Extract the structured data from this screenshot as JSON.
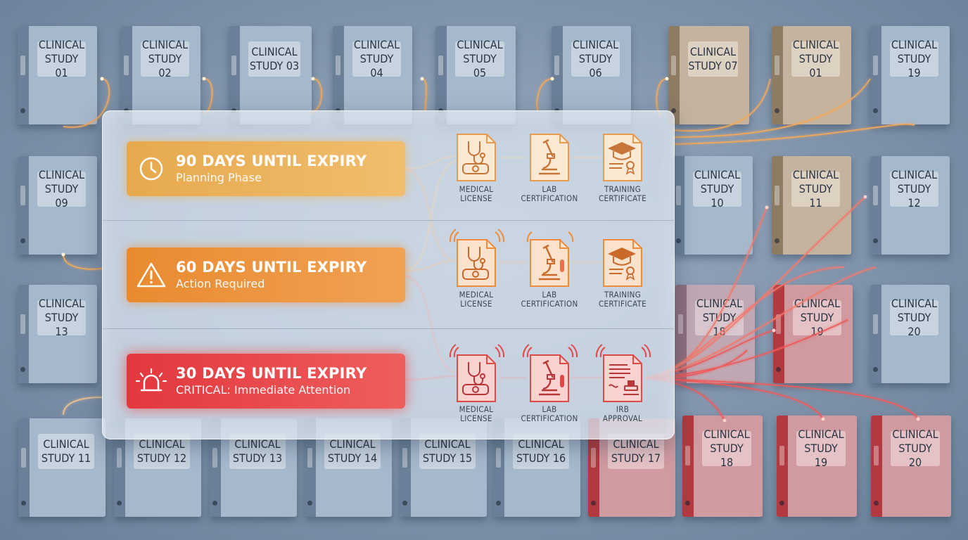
{
  "binders": {
    "row1": [
      "CLINICAL STUDY 01",
      "CLINICAL STUDY 02",
      "CLINICAL STUDY 03",
      "CLINICAL STUDY 04",
      "CLINICAL STUDY 05",
      "CLINICAL STUDY 06",
      "CLINICAL STUDY 07",
      "CLINICAL STUDY 01",
      "CLINICAL STUDY 19"
    ],
    "row2_left": [
      "CLINICAL STUDY 09"
    ],
    "row2_right": [
      "CLINICAL STUDY 10",
      "CLINICAL STUDY 11",
      "CLINICAL STUDY 12"
    ],
    "row3_left": [
      "CLINICAL STUDY 13"
    ],
    "row3_right": [
      "CLINICAL STUDY 18",
      "CLINICAL STUDY 19",
      "CLINICAL STUDY 20"
    ],
    "row4": [
      "CLINICAL STUDY 11",
      "CLINICAL STUDY 12",
      "CLINICAL STUDY 13",
      "CLINICAL STUDY 14",
      "CLINICAL STUDY 15",
      "CLINICAL STUDY 16",
      "CLINICAL STUDY 17",
      "CLINICAL STUDY 18",
      "CLINICAL STUDY 19",
      "CLINICAL STUDY 20"
    ]
  },
  "tiers": [
    {
      "title": "90 DAYS UNTIL EXPIRY",
      "subtitle": "Planning Phase",
      "icon": "clock-icon",
      "docs": [
        {
          "label1": "MEDICAL",
          "label2": "LICENSE",
          "icon": "medical-license-icon"
        },
        {
          "label1": "LAB",
          "label2": "CERTIFICATION",
          "icon": "microscope-icon"
        },
        {
          "label1": "TRAINING",
          "label2": "CERTIFICATE",
          "icon": "graduation-cap-icon"
        }
      ]
    },
    {
      "title": "60 DAYS UNTIL EXPIRY",
      "subtitle": "Action Required",
      "icon": "warning-triangle-icon",
      "docs": [
        {
          "label1": "MEDICAL",
          "label2": "LICENSE",
          "icon": "medical-license-icon"
        },
        {
          "label1": "LAB",
          "label2": "CERTIFICATION",
          "icon": "microscope-icon"
        },
        {
          "label1": "TRAINING",
          "label2": "CERTIFICATE",
          "icon": "graduation-cap-icon"
        }
      ]
    },
    {
      "title": "30 DAYS UNTIL EXPIRY",
      "subtitle": "CRITICAL: Immediate Attention",
      "icon": "alarm-siren-icon",
      "docs": [
        {
          "label1": "MEDICAL",
          "label2": "LICENSE",
          "icon": "medical-license-icon"
        },
        {
          "label1": "LAB",
          "label2": "CERTIFICATION",
          "icon": "microscope-icon"
        },
        {
          "label1": "IRB",
          "label2": "APPROVAL",
          "icon": "stamped-document-icon"
        }
      ]
    }
  ],
  "colors": {
    "tier90": "#efb55f",
    "tier60": "#ec9441",
    "tier30": "#e84848",
    "binder_blue": "#a6b8cc",
    "binder_tan": "#c4b39e",
    "binder_red": "#b2393f"
  }
}
